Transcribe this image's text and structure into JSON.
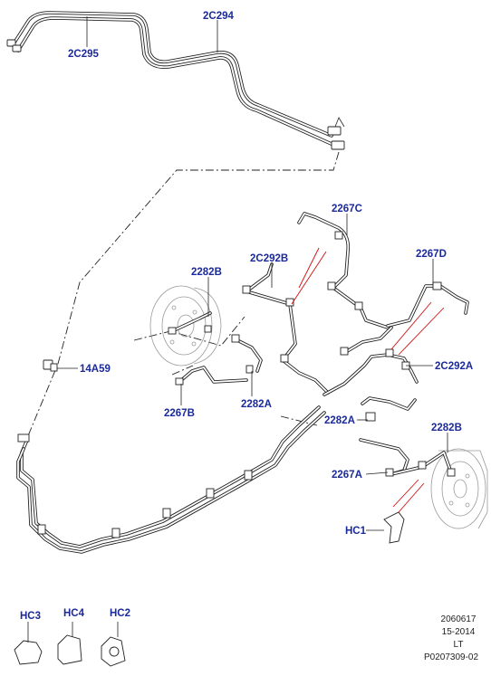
{
  "labels": {
    "c2C294": "2C294",
    "c2C295": "2C295",
    "c2267C": "2267C",
    "c2C292B": "2C292B",
    "c2267D": "2267D",
    "c2282B_left": "2282B",
    "c14A59": "14A59",
    "c2267B": "2267B",
    "c2282A_mid": "2282A",
    "c2C292A": "2C292A",
    "c2282A_right": "2282A",
    "c2282B_right": "2282B",
    "c2267A": "2267A",
    "cHC1": "HC1",
    "cHC3": "HC3",
    "cHC4": "HC4",
    "cHC2": "HC2"
  },
  "footer": {
    "line1": "2060617",
    "line2": "15-2014",
    "line3": "LT",
    "line4": "P0207309-02"
  },
  "colors": {
    "callout": "#1b2a9a",
    "line": "#222222",
    "highlight": "#d01010"
  }
}
